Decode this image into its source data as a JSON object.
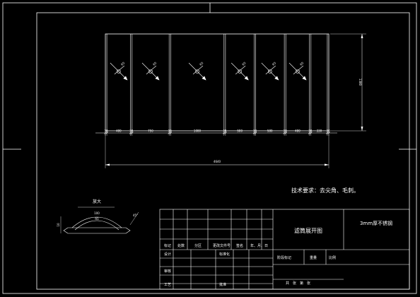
{
  "drawing": {
    "tech_note": "技术要求：去尖角、毛刺。",
    "detail_label": "放大",
    "top_dim_labels": [
      "30",
      "480",
      "30",
      "750",
      "30",
      "1080",
      "30",
      "580",
      "30",
      "580",
      "30",
      "480",
      "30",
      "330",
      "30"
    ],
    "overall_width": "4640",
    "height_dim": "1380",
    "bend_labels": [
      "R5",
      "R5",
      "R5",
      "R5",
      "R5",
      "R5"
    ],
    "detail_dims": {
      "radius": "R5",
      "top": "100",
      "depth": "10",
      "angle": "45°"
    }
  },
  "title_block": {
    "title": "滤筒展开图",
    "material": "3mm厚不锈钢",
    "grid_labels": [
      "标记",
      "处数",
      "分区",
      "更改文件号",
      "签名",
      "年、月、日"
    ],
    "design_label": "设计",
    "standardize_label": "标准化",
    "review_label": "审核",
    "process_label": "工艺",
    "approve_label": "批准",
    "stage_labels": [
      "阶段标记",
      "重量",
      "比例"
    ],
    "sheet_label": "共　张　第　张"
  },
  "colors": {
    "background": "#000000",
    "lines": "#ffffff"
  }
}
